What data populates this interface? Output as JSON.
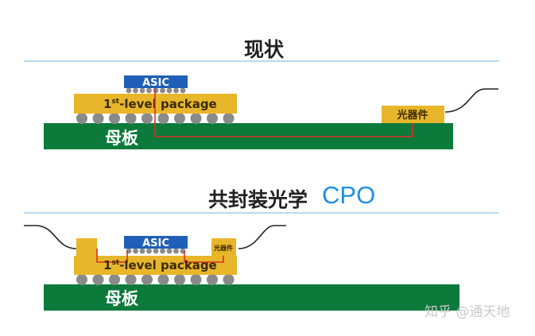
{
  "top": {
    "title": "现状",
    "asic": "ASIC",
    "package": "1st-level package",
    "package_main": "1",
    "package_sup": "st",
    "package_rest": "-level package",
    "optics": "光器件",
    "board": "母板"
  },
  "bottom": {
    "title": "共封装光学",
    "title_cpo": "CPO",
    "asic": "ASIC",
    "package_main": "1",
    "package_sup": "st",
    "package_rest": "-level package",
    "optics": "光器件",
    "board": "母板"
  },
  "watermark": "知乎 @通天地",
  "colors": {
    "board": "#0b7a3b",
    "package": "#e8b62a",
    "asic": "#1f5fb8",
    "solder": "#8a8a8a",
    "trace": "#d93025",
    "rule": "#9fcfe6",
    "cpo": "#1e8fe0"
  }
}
